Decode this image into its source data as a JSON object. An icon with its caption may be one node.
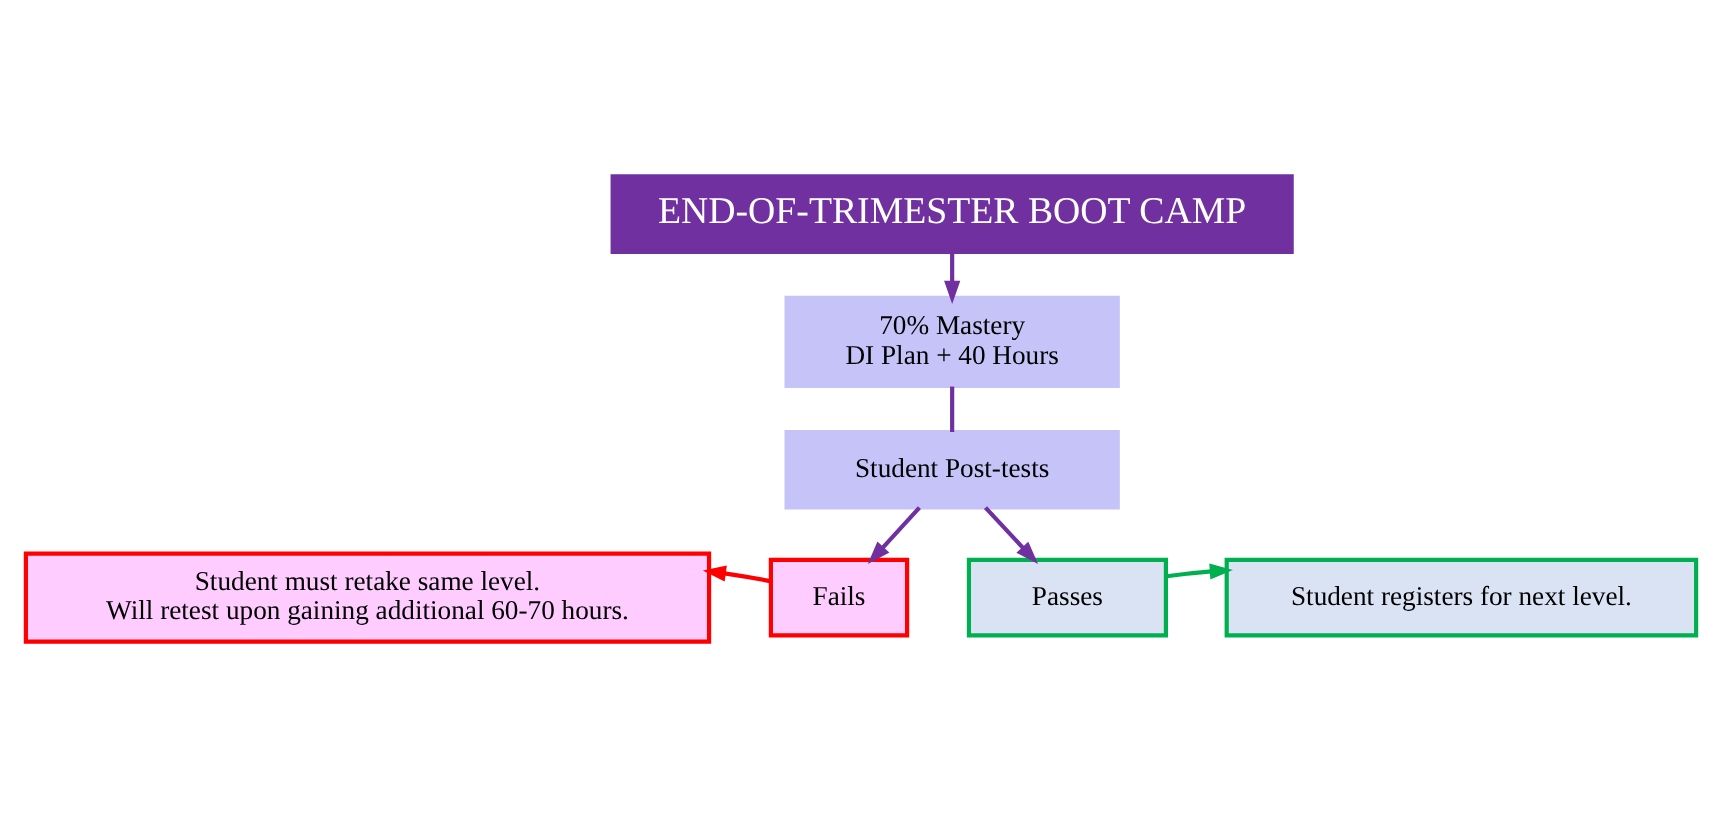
{
  "diagram": {
    "nodes": [
      {
        "text": [
          "END-OF-TRIMESTER BOOT CAMP"
        ]
      },
      {
        "text": [
          "70% Mastery",
          "DI Plan + 40 Hours"
        ]
      },
      {
        "text": [
          "Student Post-tests"
        ]
      },
      {
        "text": [
          "Fails"
        ]
      },
      {
        "text": [
          "Passes"
        ]
      },
      {
        "text": [
          "Student must retake same level.",
          "Will retest upon gaining additional 60-70 hours."
        ]
      },
      {
        "text": [
          "Student registers for next level."
        ]
      }
    ],
    "edges": [
      {
        "from": 0,
        "to": 1,
        "arrow": "to"
      },
      {
        "from": 1,
        "to": 2,
        "arrow": "none"
      },
      {
        "from": 2,
        "to": 3,
        "arrow": "to"
      },
      {
        "from": 2,
        "to": 4,
        "arrow": "to"
      },
      {
        "from": 3,
        "to": 5,
        "arrow": "to",
        "color": "#ff0000"
      },
      {
        "from": 4,
        "to": 6,
        "arrow": "to",
        "color": "#00b050"
      }
    ]
  }
}
